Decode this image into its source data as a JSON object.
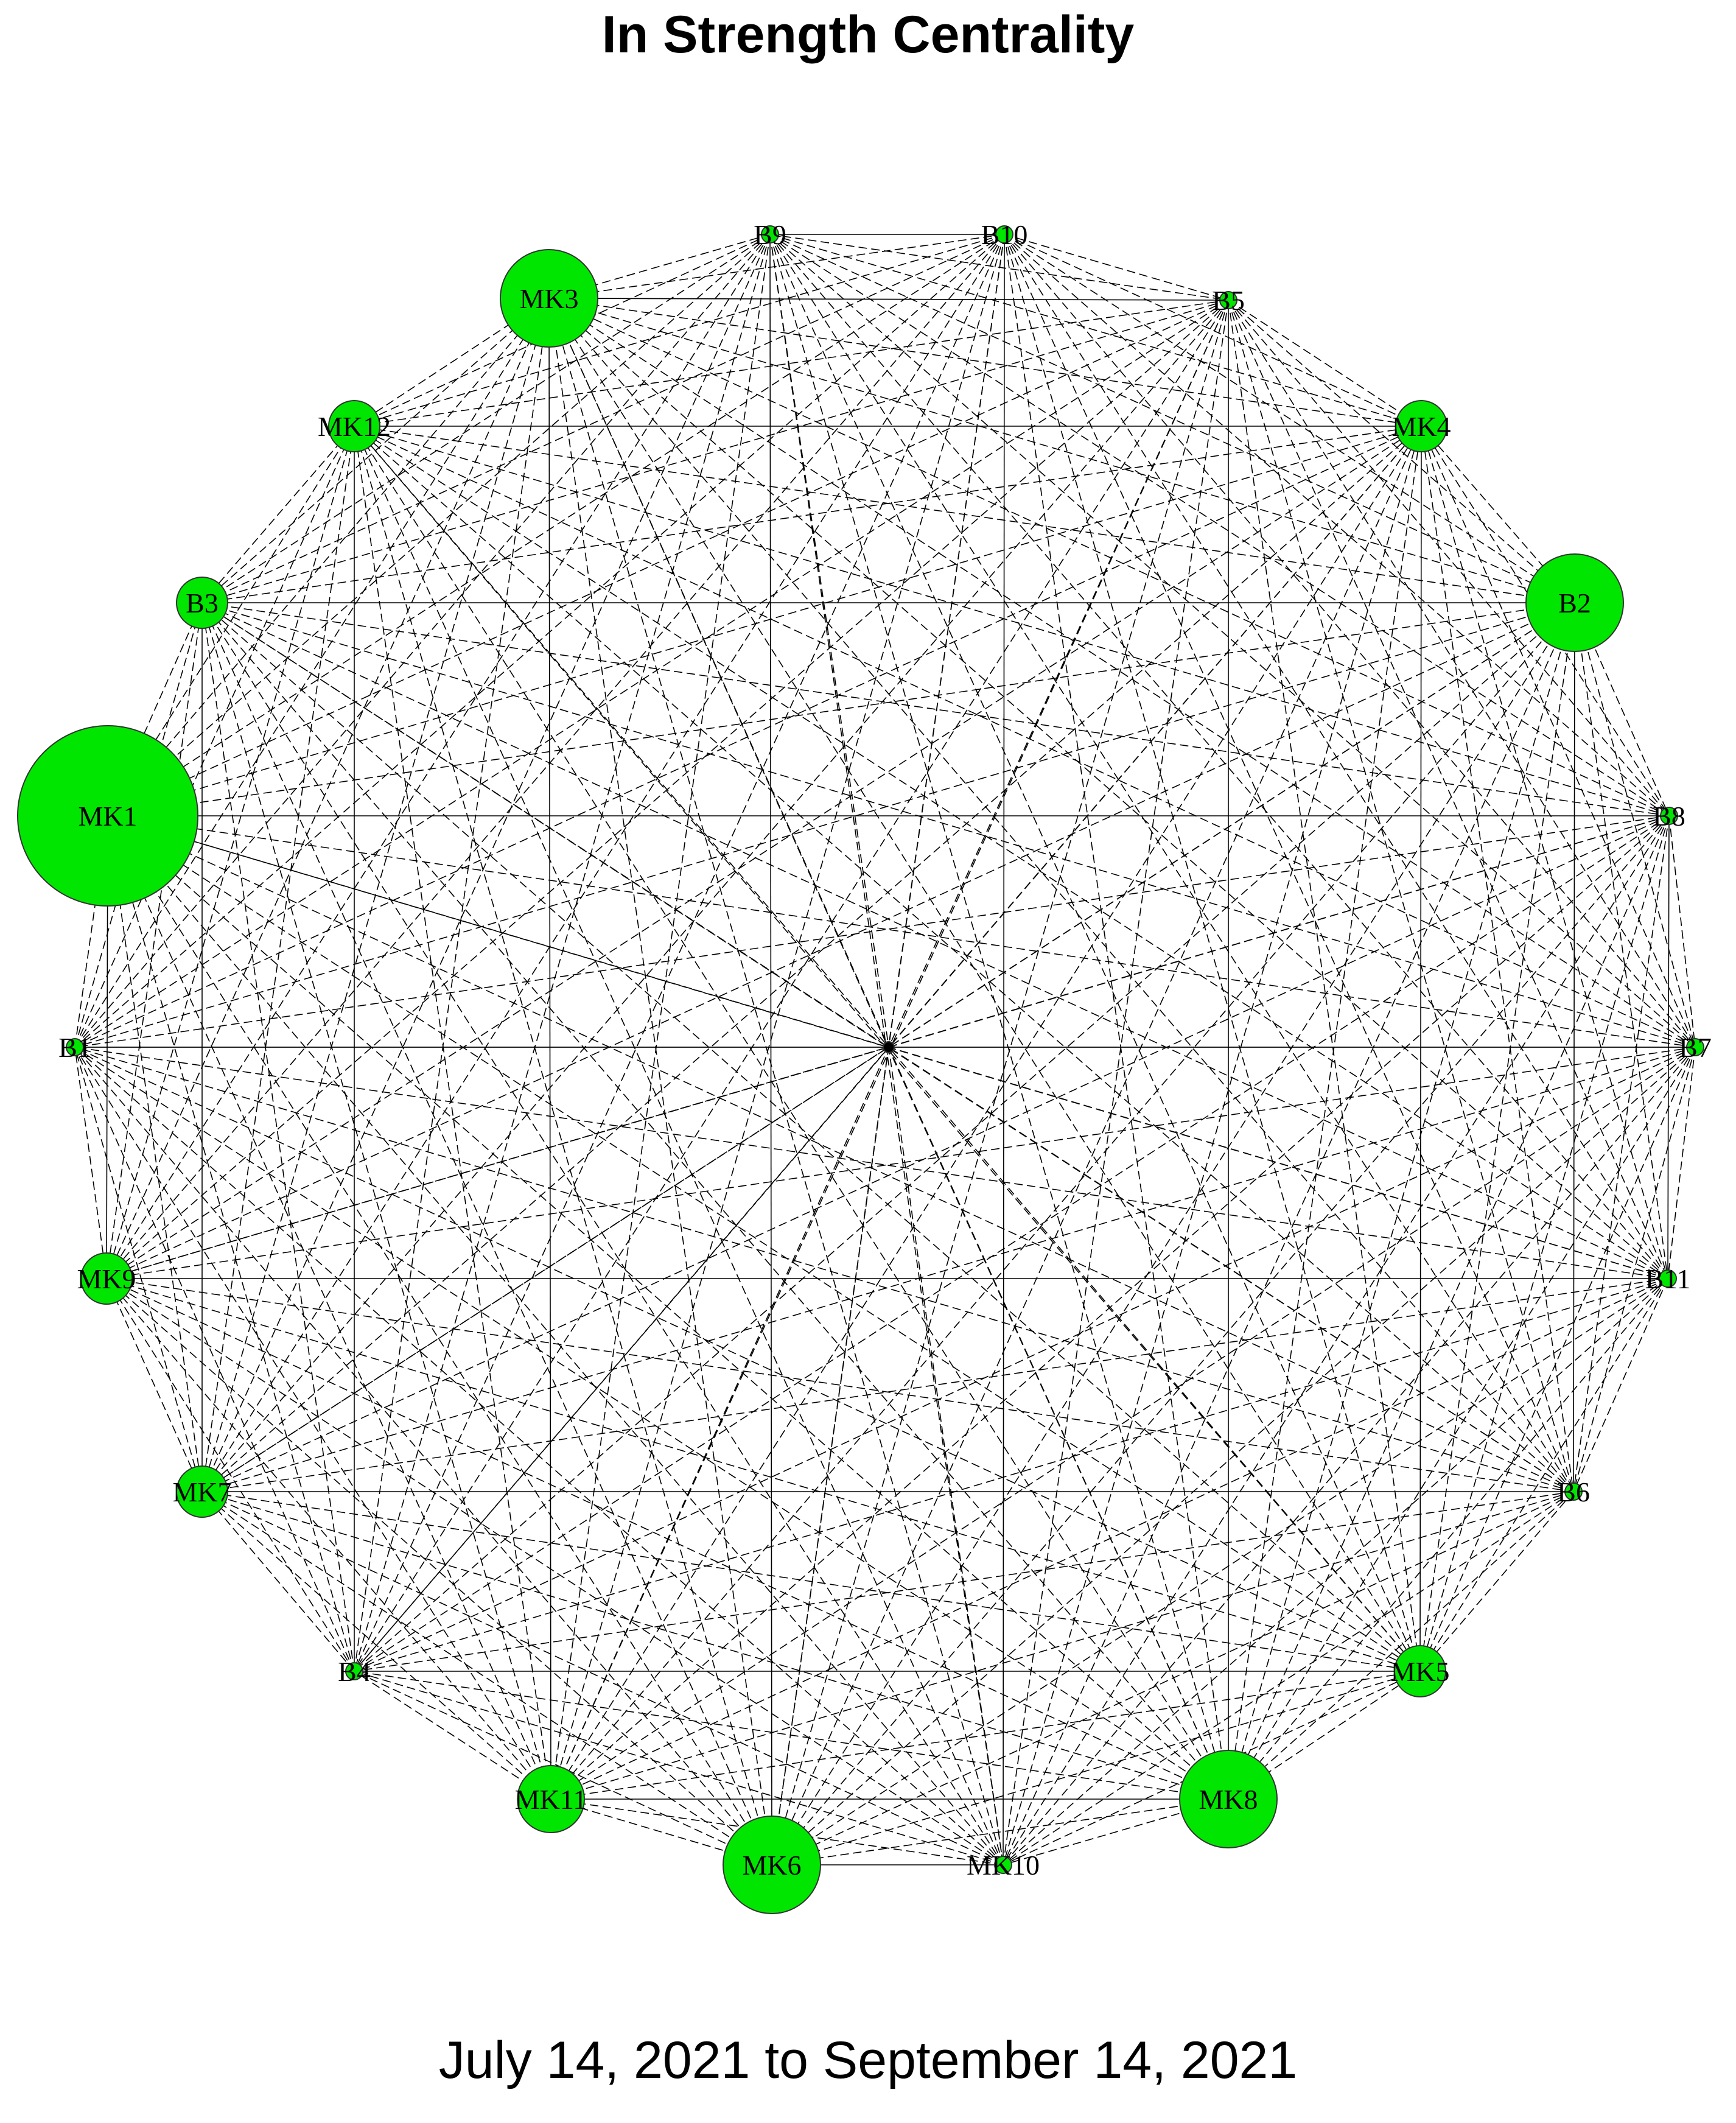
{
  "title": "In Strength Centrality",
  "subtitle": "July 14, 2021 to September 14, 2021",
  "colors": {
    "node_fill": "#00e600",
    "node_stroke": "#333333",
    "edge": "#000000",
    "background": "#ffffff"
  },
  "graph": {
    "layout": "circle with one center node",
    "edge_style": "dashed, fully connected",
    "nodes": [
      {
        "id": "B9",
        "label": "B9",
        "relative_size": "tiny"
      },
      {
        "id": "B10",
        "label": "B10",
        "relative_size": "tiny"
      },
      {
        "id": "B5",
        "label": "B5",
        "relative_size": "tiny"
      },
      {
        "id": "MK4",
        "label": "MK4",
        "relative_size": "small"
      },
      {
        "id": "B2",
        "label": "B2",
        "relative_size": "large"
      },
      {
        "id": "B8",
        "label": "B8",
        "relative_size": "tiny"
      },
      {
        "id": "B7",
        "label": "B7",
        "relative_size": "tiny"
      },
      {
        "id": "B11",
        "label": "B11",
        "relative_size": "tiny"
      },
      {
        "id": "B6",
        "label": "B6",
        "relative_size": "tiny"
      },
      {
        "id": "MK5",
        "label": "MK5",
        "relative_size": "small"
      },
      {
        "id": "MK8",
        "label": "MK8",
        "relative_size": "large"
      },
      {
        "id": "MK10",
        "label": "MK10",
        "relative_size": "tiny"
      },
      {
        "id": "MK6",
        "label": "MK6",
        "relative_size": "large"
      },
      {
        "id": "MK11",
        "label": "MK11",
        "relative_size": "medium"
      },
      {
        "id": "B4",
        "label": "B4",
        "relative_size": "tiny"
      },
      {
        "id": "MK7",
        "label": "MK7",
        "relative_size": "small"
      },
      {
        "id": "MK9",
        "label": "MK9",
        "relative_size": "small"
      },
      {
        "id": "B1",
        "label": "B1",
        "relative_size": "tiny"
      },
      {
        "id": "MK1",
        "label": "MK1",
        "relative_size": "very large"
      },
      {
        "id": "B3",
        "label": "B3",
        "relative_size": "small"
      },
      {
        "id": "MK12",
        "label": "MK12",
        "relative_size": "small"
      },
      {
        "id": "MK3",
        "label": "MK3",
        "relative_size": "large"
      },
      {
        "id": "C",
        "label": "",
        "relative_size": "dot"
      }
    ]
  }
}
